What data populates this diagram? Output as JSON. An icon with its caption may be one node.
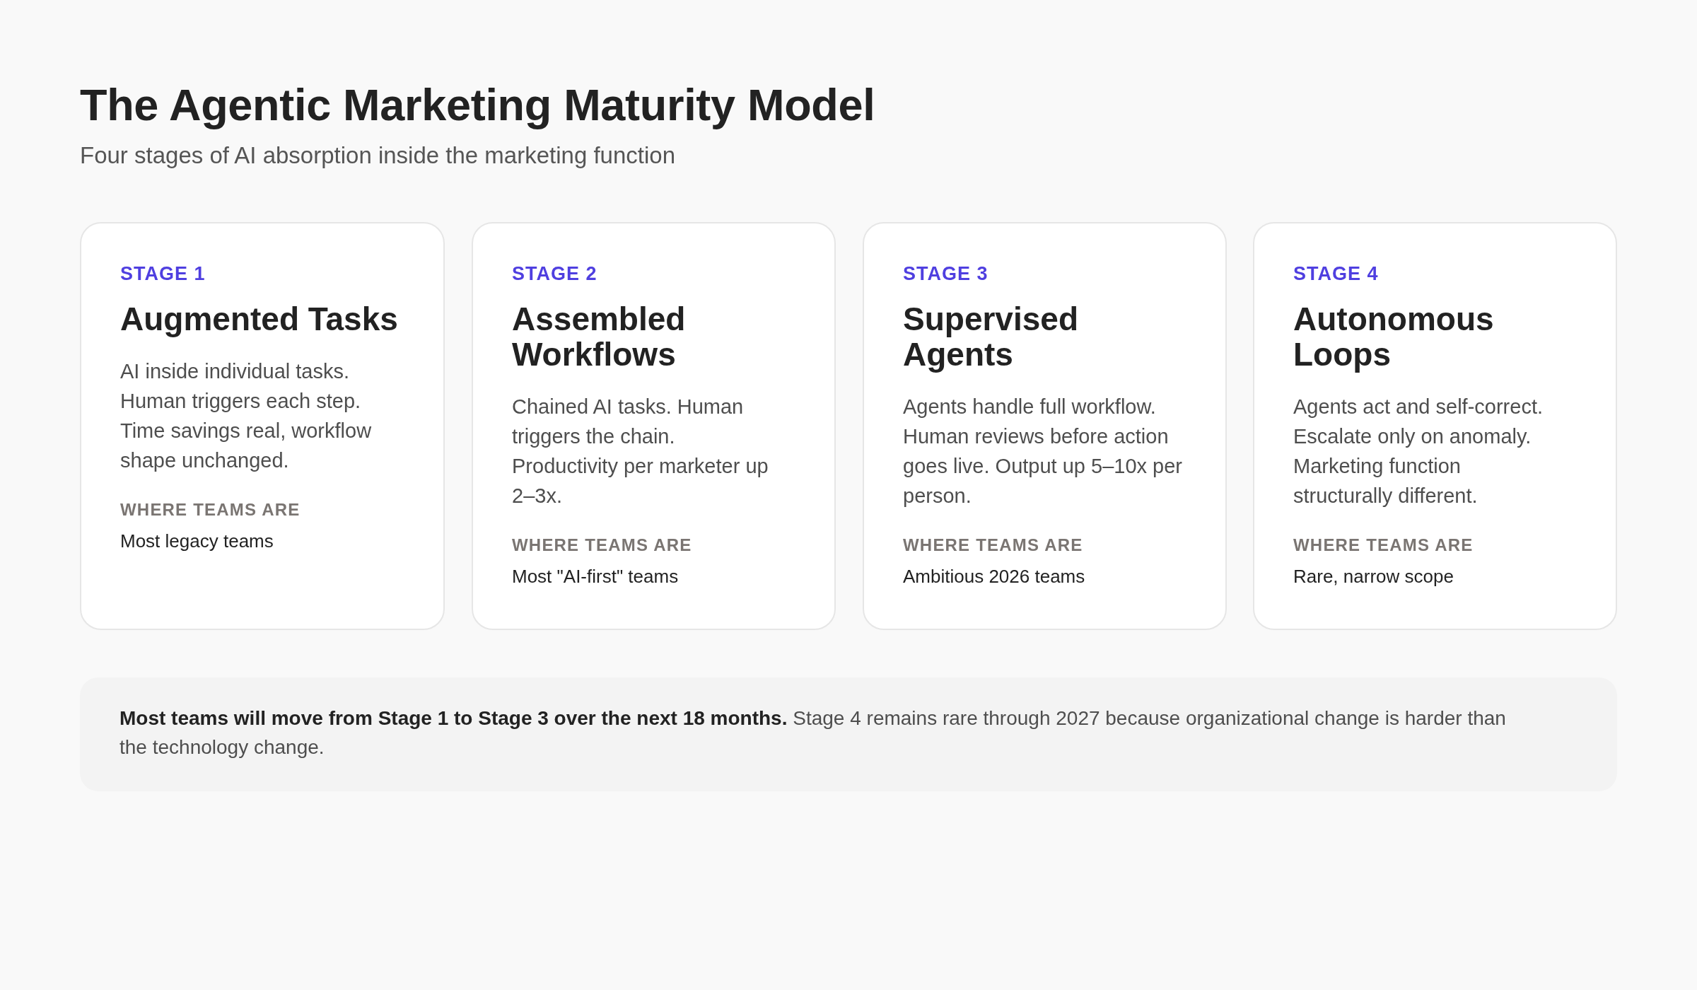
{
  "diagram": {
    "title": "The Agentic Marketing Maturity Model",
    "nodes": [
      {
        "text": [
          "STAGE 1",
          "Augmented Tasks",
          "AI inside individual tasks. Human triggers each step. Time savings real, workflow shape unchanged.",
          "WHERE TEAMS ARE",
          "Most legacy teams"
        ]
      },
      {
        "text": [
          "STAGE 2",
          "Assembled Workflows",
          "Chained AI tasks. Human triggers the chain. Productivity per marketer up 2–3x.",
          "WHERE TEAMS ARE",
          "Most \"AI-first\" teams"
        ]
      },
      {
        "text": [
          "STAGE 3",
          "Supervised Agents",
          "Agents handle full workflow. Human reviews before action goes live. Output up 5–10x per person.",
          "WHERE TEAMS ARE",
          "Ambitious 2026 teams"
        ]
      },
      {
        "text": [
          "STAGE 4",
          "Autonomous Loops",
          "Agents act and self-correct. Escalate only on anomaly. Marketing function structurally different.",
          "WHERE TEAMS ARE",
          "Rare, narrow scope"
        ]
      },
      {
        "text": [
          "**Most teams will move from Stage 1 to Stage 3 over the next 18 months.** Stage 4 remains rare through 2027 because organizational change is harder than the technology change."
        ]
      }
    ],
    "labels": [
      "Four stages of AI absorption inside the marketing function"
    ]
  }
}
